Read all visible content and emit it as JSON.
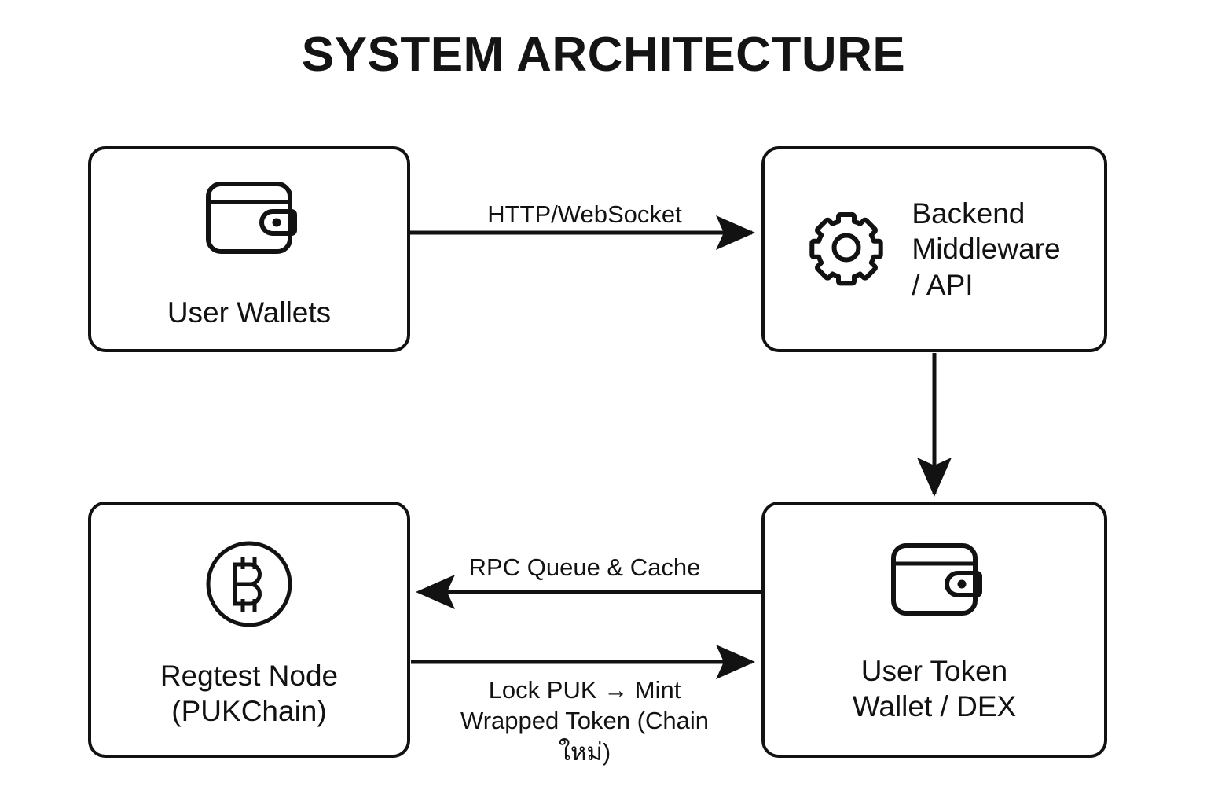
{
  "title": "SYSTEM ARCHITECTURE",
  "background_color": "#ffffff",
  "stroke_color": "#121212",
  "nodes": [
    {
      "id": "user-wallets",
      "label": "User Wallets",
      "icon": "wallet-icon",
      "layout": "stacked"
    },
    {
      "id": "backend",
      "label": "Backend\nMiddleware\n/ API",
      "icon": "gear-icon",
      "layout": "row"
    },
    {
      "id": "regtest",
      "label": "Regtest Node\n(PUKChain)",
      "icon": "bitcoin-icon",
      "layout": "stacked"
    },
    {
      "id": "token-wallet",
      "label": "User Token\nWallet / DEX",
      "icon": "wallet-icon",
      "layout": "stacked"
    }
  ],
  "edges": [
    {
      "id": "http-websocket",
      "label": "HTTP/WebSocket",
      "from": "user-wallets",
      "to": "backend",
      "direction": "right"
    },
    {
      "id": "backend-to-token-wallet",
      "label": "",
      "from": "backend",
      "to": "token-wallet",
      "direction": "down"
    },
    {
      "id": "rpc-queue-cache",
      "label": "RPC Queue & Cache",
      "from": "token-wallet",
      "to": "regtest",
      "direction": "left"
    },
    {
      "id": "lock-mint",
      "label": "Lock PUK → Mint\nWrapped Token (Chain\nใหม่)",
      "from": "regtest",
      "to": "token-wallet",
      "direction": "right"
    }
  ]
}
